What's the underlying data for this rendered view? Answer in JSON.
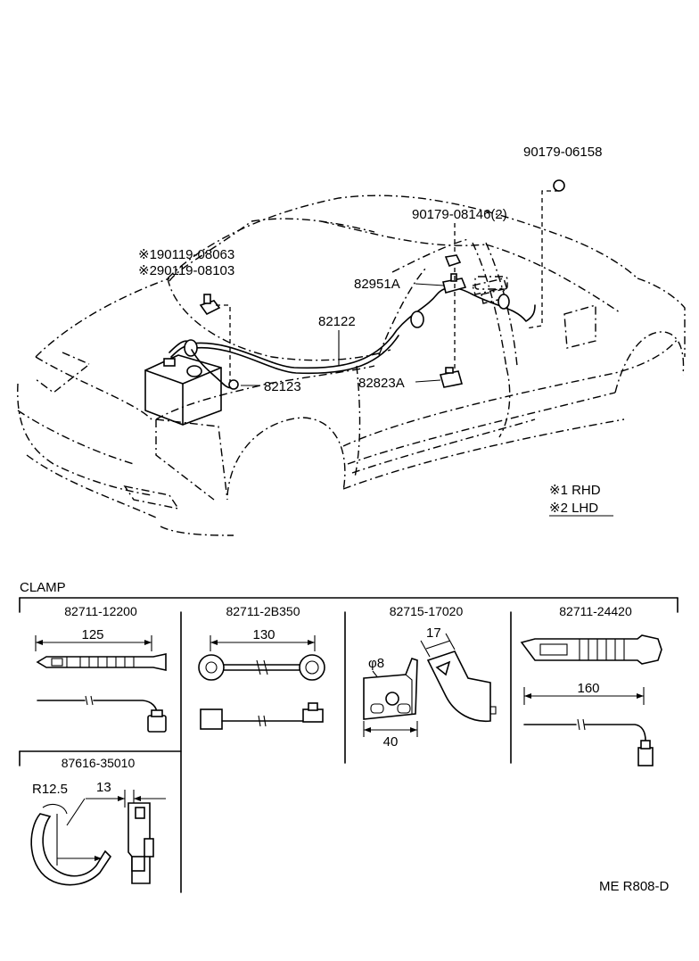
{
  "callouts": {
    "p90179_06158": "90179-06158",
    "p90179_08146": "90179-08146(2)",
    "p90119_08063": "※190119-08063",
    "p90119_08103": "※290119-08103",
    "p82951A": "82951A",
    "p82122": "82122",
    "p82123": "82123",
    "p82823A": "82823A"
  },
  "legend": {
    "rhd": "※1 RHD",
    "lhd": "※2 LHD"
  },
  "clamp_section": {
    "title": "CLAMP",
    "items": [
      {
        "part_no": "82711-12200",
        "dim": "125"
      },
      {
        "part_no": "82711-2B350",
        "dim": "130"
      },
      {
        "part_no": "82715-17020",
        "dim_hole": "φ8",
        "dim_width": "40",
        "dim_angle": "17"
      },
      {
        "part_no": "82711-24420",
        "dim": "160"
      },
      {
        "part_no": "87616-35010",
        "dim_radius": "R12.5",
        "dim_width": "13"
      }
    ]
  },
  "ref_code": "ME R808-D"
}
